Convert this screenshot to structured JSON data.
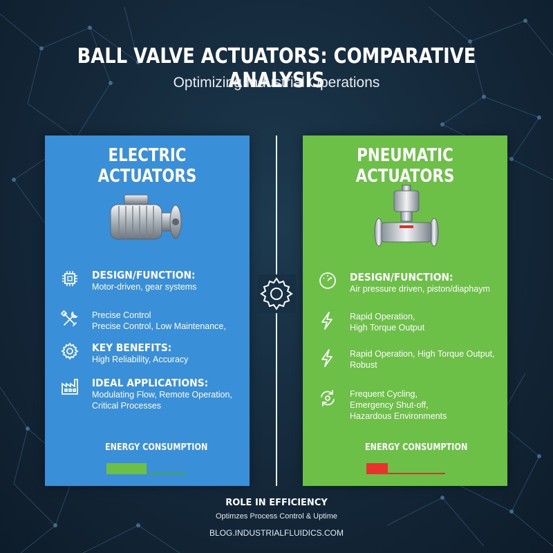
{
  "header": {
    "title": "BALL VALVE ACTUATORS: COMPARATIVE ANALYSIS",
    "subtitle": "Optimizing Industrial Operations"
  },
  "colors": {
    "electric_panel": "#3a8fd9",
    "pneumatic_panel": "#6cc047",
    "energy_low": "#6cc047",
    "energy_high": "#e8332c"
  },
  "electric": {
    "title": "ELECTRIC ACTUATORS",
    "image": "electric-motor-actuator",
    "features": [
      {
        "icon": "chip-icon",
        "heading": "DESIGN/FUNCTION:",
        "lines": [
          "Motor-driven, gear systems"
        ]
      },
      {
        "icon": "wrench-screwdriver-icon",
        "heading": "",
        "lines": [
          "Precise Control",
          "Precise Control, Low Maintenance,"
        ]
      },
      {
        "icon": "gear-icon",
        "heading": "KEY BENEFITS:",
        "lines": [
          "High Reliability, Accuracy"
        ]
      },
      {
        "icon": "factory-icon",
        "heading": "IDEAL APPLICATIONS:",
        "lines": [
          "Modulating Flow, Remote Operation,",
          "Critical Processes"
        ]
      }
    ],
    "energy": {
      "label": "ENERGY CONSUMPTION",
      "level": 0.5
    }
  },
  "pneumatic": {
    "title": "PNEUMATIC ACTUATORS",
    "image": "pneumatic-valve-actuator",
    "features": [
      {
        "icon": "gauge-icon",
        "heading": "DESIGN/FUNCTION:",
        "lines": [
          "Air pressure driven, piston/diaphaym"
        ]
      },
      {
        "icon": "lightning-icon",
        "heading": "",
        "lines": [
          "Rapid Operation,",
          "High Torque Output"
        ]
      },
      {
        "icon": "lightning-icon",
        "heading": "",
        "lines": [
          "Rapid Operation, High Torque Output,",
          "Robust"
        ]
      },
      {
        "icon": "cycle-icon",
        "heading": "",
        "lines": [
          "Frequent Cycling,",
          "Emergency Shut-off,",
          "Hazardous Environments"
        ]
      }
    ],
    "energy": {
      "label": "ENERGY CONSUMPTION",
      "level": 0.27
    }
  },
  "center": {
    "icon": "gear-icon"
  },
  "footer": {
    "title": "ROLE IN EFFICIENCY",
    "subtitle": "Optimzes Process Control & Uptime",
    "url": "BLOG.INDUSTRIALFLUIDICS.COM"
  }
}
